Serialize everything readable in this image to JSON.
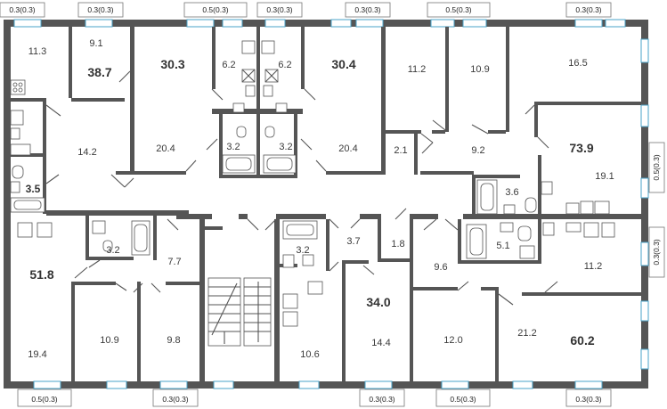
{
  "floor_plan": {
    "apartment_totals": [
      "38.7",
      "30.3",
      "30.4",
      "73.9",
      "51.8",
      "34.0",
      "60.2"
    ],
    "room_areas": [
      "11.3",
      "9.1",
      "14.2",
      "3.5",
      "20.4",
      "6.2",
      "6.2",
      "3.2",
      "3.2",
      "20.4",
      "11.2",
      "10.9",
      "16.5",
      "2.1",
      "9.2",
      "3.6",
      "19.1",
      "3.2",
      "7.7",
      "3.2",
      "3.7",
      "1.8",
      "5.1",
      "9.6",
      "11.2",
      "19.4",
      "10.9",
      "9.8",
      "10.6",
      "14.4",
      "12.0",
      "21.2"
    ],
    "balcony_labels_top": [
      "0.3(0.3)",
      "0.3(0.3)",
      "0.5(0.3)",
      "0.3(0.3)",
      "0.3(0.3)",
      "0.5(0.3)",
      "0.3(0.3)"
    ],
    "balcony_labels_bottom": [
      "0.5(0.3)",
      "0.3(0.3)",
      "0.3(0.3)",
      "0.5(0.3)",
      "0.3(0.3)"
    ],
    "balcony_labels_right": [
      "0.5(0.3)",
      "0.3(0.3)"
    ]
  },
  "colors": {
    "wall": "#555555",
    "window": "#4aa3c8",
    "text": "#3a3a3a",
    "background": "#ffffff"
  }
}
